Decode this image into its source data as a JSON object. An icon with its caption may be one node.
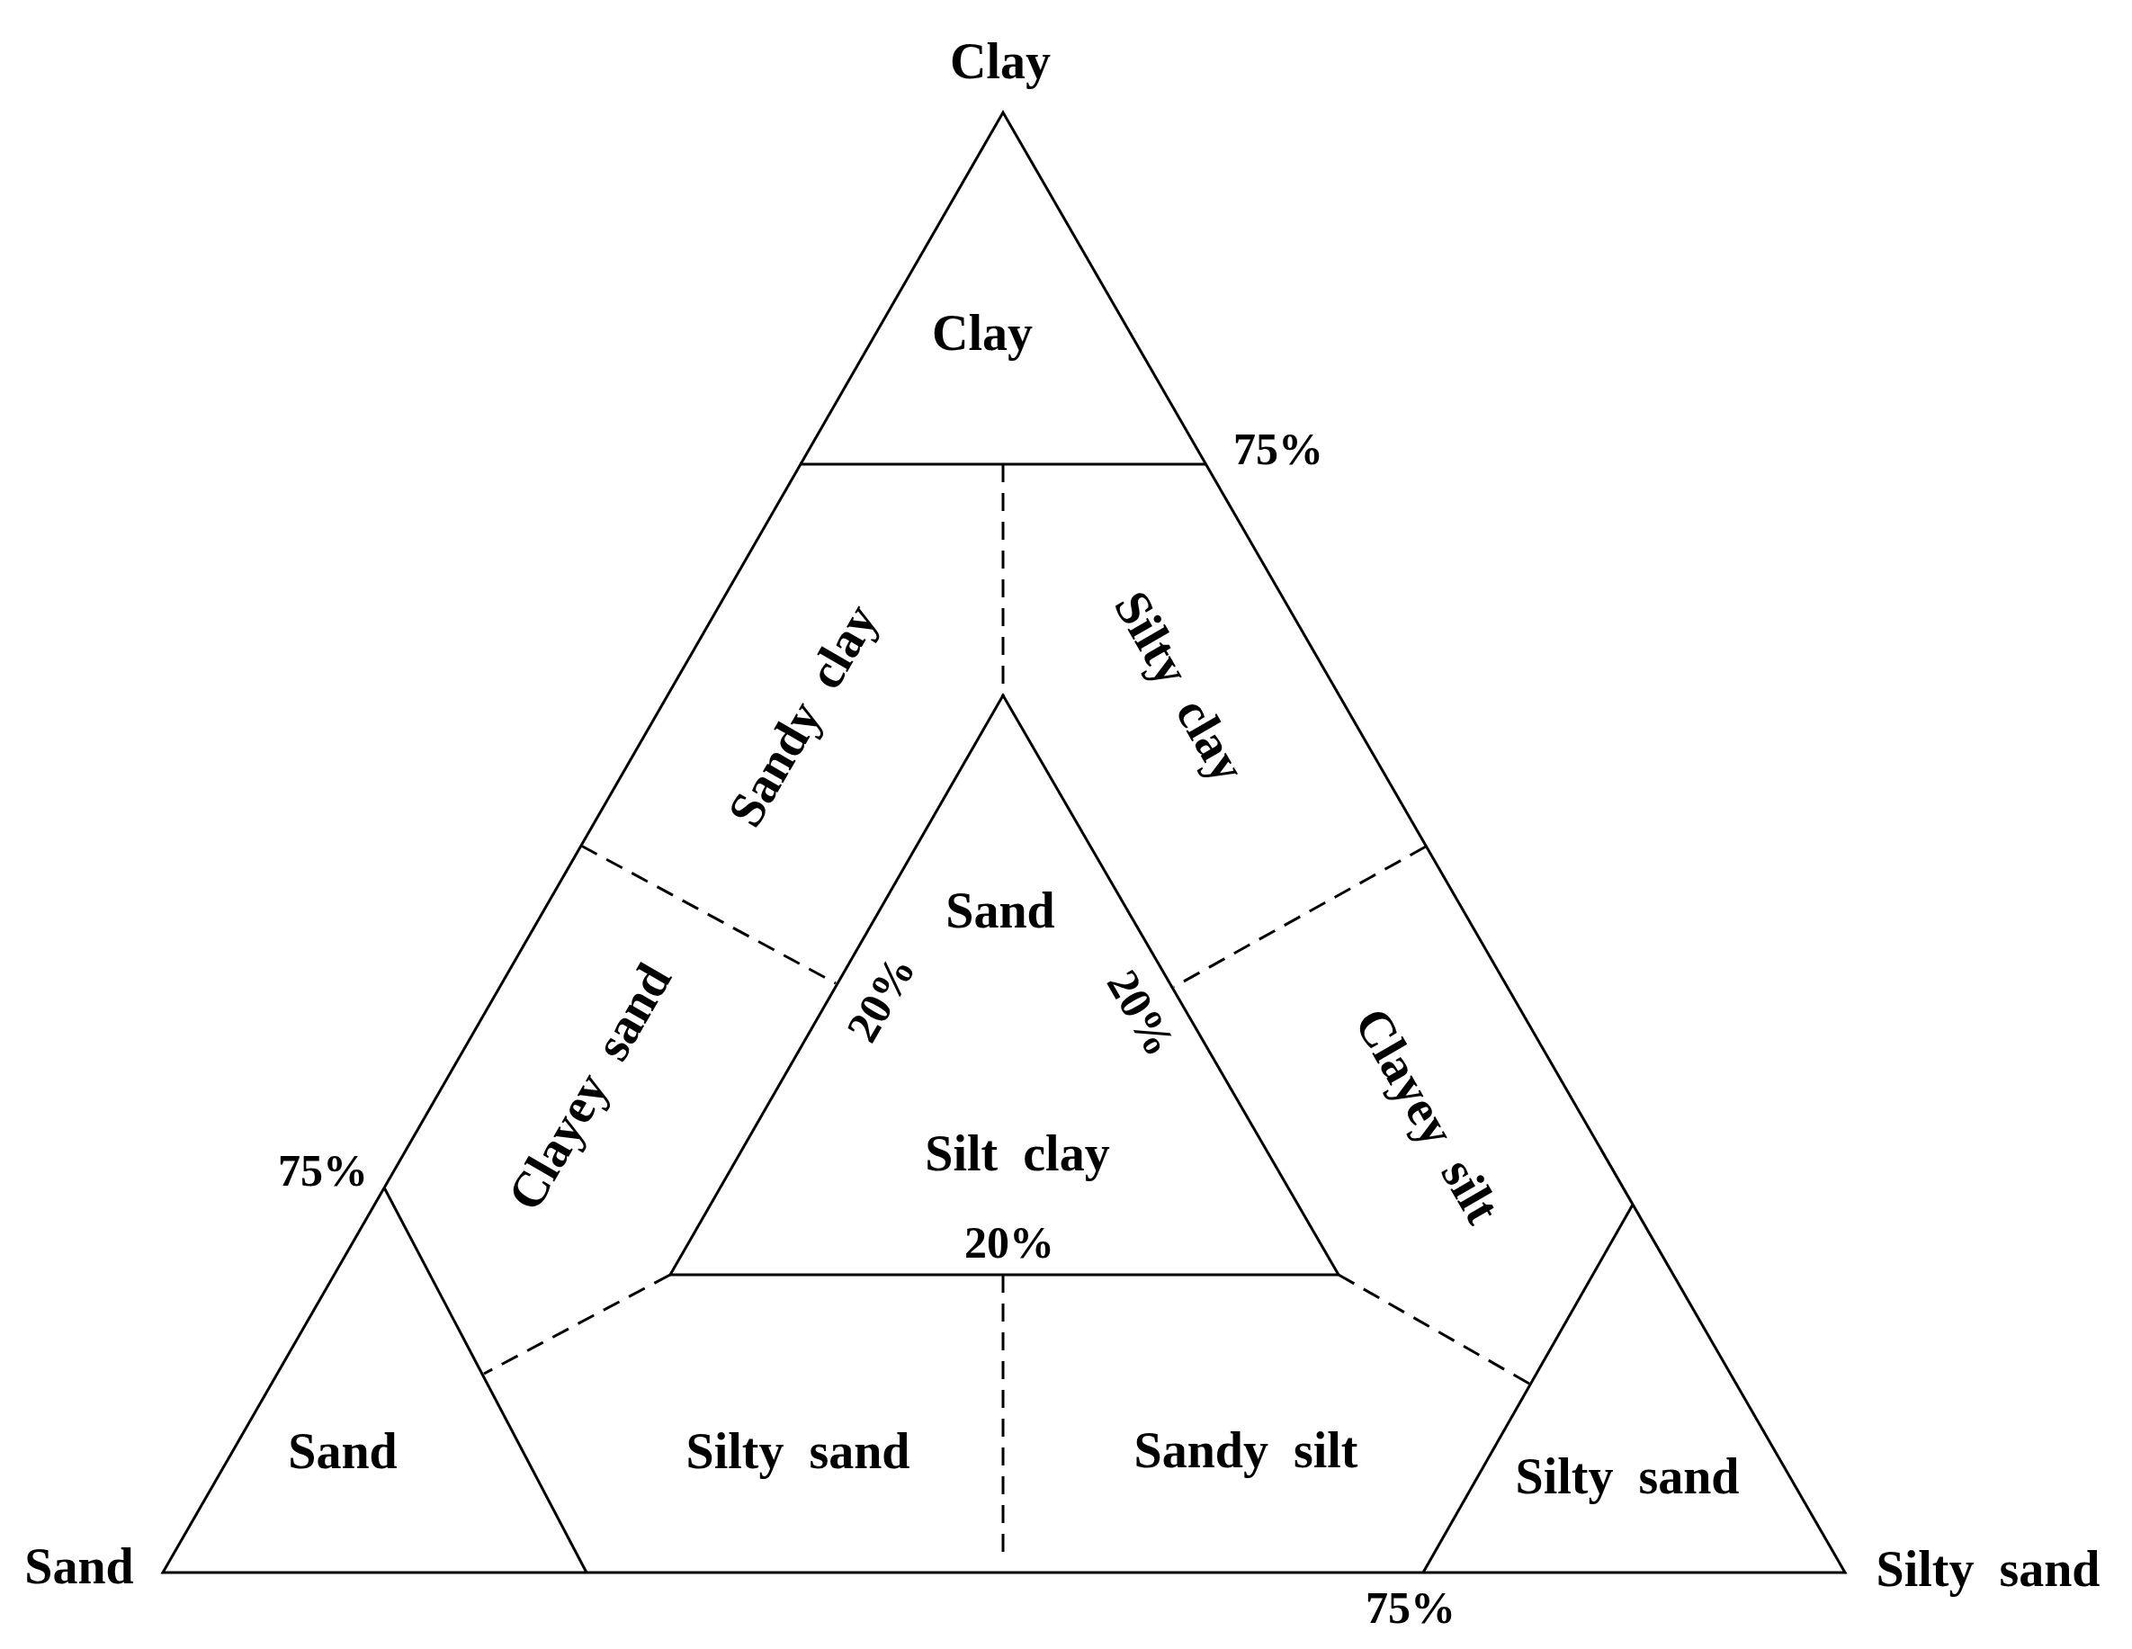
{
  "diagram": {
    "nodes": [
      {
        "text": [
          "Clay"
        ]
      },
      {
        "text": [
          "Sandy clay"
        ]
      },
      {
        "text": [
          "Silty clay"
        ]
      },
      {
        "text": [
          "Sand",
          "Silt clay"
        ]
      },
      {
        "text": [
          "Clayey sand"
        ]
      },
      {
        "text": [
          "Clayey silt"
        ]
      },
      {
        "text": [
          "Sand"
        ]
      },
      {
        "text": [
          "Silty sand"
        ]
      },
      {
        "text": [
          "Sandy silt"
        ]
      },
      {
        "text": [
          "Silty sand"
        ]
      }
    ],
    "labels": [
      "Clay",
      "75%",
      "20%",
      "20%",
      "75%",
      "20%",
      "Sand",
      "Silty sand",
      "75%"
    ]
  }
}
